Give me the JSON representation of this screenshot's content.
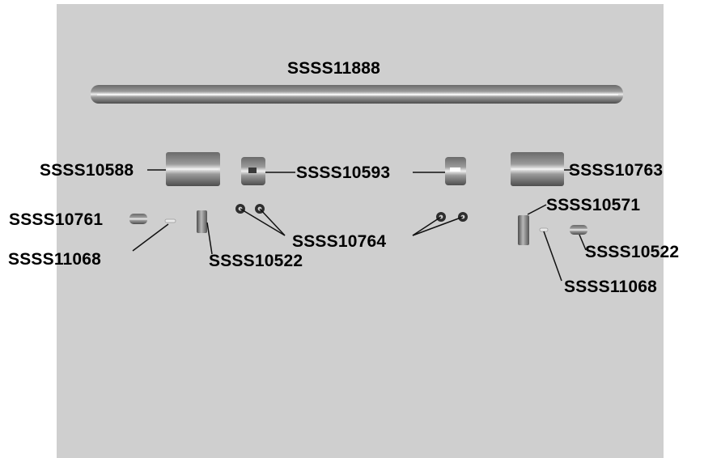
{
  "labels": {
    "shaft": "SSSS11888",
    "left_sleeve": "SSSS10588",
    "right_sleeve": "SSSS10763",
    "collar": "SSSS10593",
    "key_right": "SSSS10571",
    "plug_left": "SSSS10761",
    "pin_left": "SSSS11068",
    "key_left": "SSSS10522",
    "set_screws": "SSSS10764",
    "plug_right": "SSSS10522",
    "pin_right": "SSSS11068"
  },
  "colors": {
    "photo_background": "#cfcfcf",
    "metal_dark": "#5a5a5a",
    "metal_light": "#e6e6e6",
    "label_text": "#000000"
  }
}
